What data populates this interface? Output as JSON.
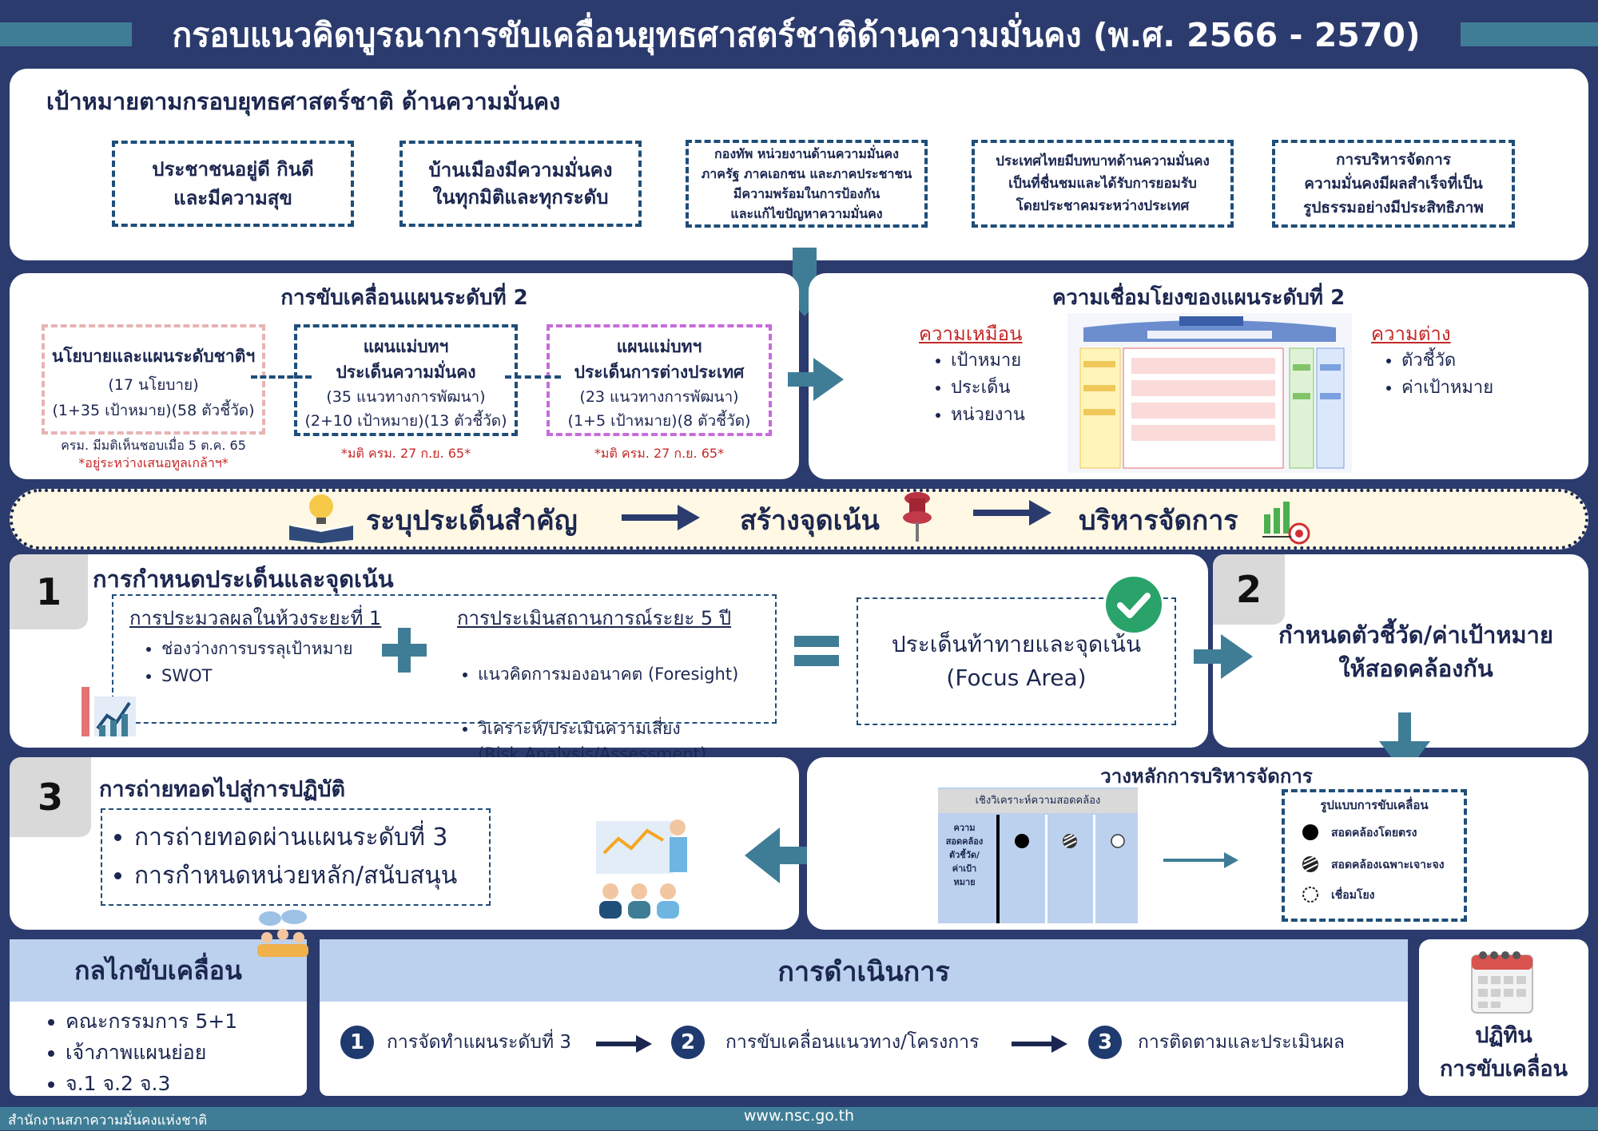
{
  "header": {
    "title": "กรอบแนวคิดบูรณาการขับเคลื่อนยุทธศาสตร์ชาติด้านความมั่นคง (พ.ศ. 2566 - 2570)"
  },
  "goals": {
    "heading": "เป้าหมายตามกรอบยุทธศาสตร์ชาติ ด้านความมั่นคง",
    "items": [
      "ประชาชนอยู่ดี กินดี\nและมีความสุข",
      "บ้านเมืองมีความมั่นคง\nในทุกมิติและทุกระดับ",
      "กองทัพ หน่วยงานด้านความมั่นคง\nภาครัฐ ภาคเอกชน และภาคประชาชน\nมีความพร้อมในการป้องกัน\nและแก้ไขปัญหาความมั่นคง",
      "ประเทศไทยมีบทบาทด้านความมั่นคง\nเป็นที่ชื่นชมและได้รับการยอมรับ\nโดยประชาคมระหว่างประเทศ",
      "การบริหารจัดการ\nความมั่นคงมีผลสำเร็จที่เป็น\nรูปธรรมอย่างมีประสิทธิภาพ"
    ]
  },
  "level2": {
    "heading": "การขับเคลื่อนแผนระดับที่ 2",
    "boxes": [
      {
        "title": "นโยบายและแผนระดับชาติฯ",
        "lines": [
          "(17 นโยบาย)",
          "(1+35 เป้าหมาย)(58 ตัวชี้วัด)"
        ],
        "note1": "ครม. มีมติเห็นชอบเมื่อ 5 ต.ค. 65",
        "note2": "*อยู่ระหว่างเสนอทูลเกล้าฯ*"
      },
      {
        "title": "แผนแม่บทฯ\nประเด็นความมั่นคง",
        "lines": [
          "(35 แนวทางการพัฒนา)",
          "(2+10 เป้าหมาย)(13 ตัวชี้วัด)"
        ],
        "note2": "*มติ ครม. 27 ก.ย. 65*"
      },
      {
        "title": "แผนแม่บทฯ\nประเด็นการต่างประเทศ",
        "lines": [
          "(23 แนวทางการพัฒนา)",
          "(1+5 เป้าหมาย)(8 ตัวชี้วัด)"
        ],
        "note2": "*มติ ครม. 27 ก.ย. 65*"
      }
    ]
  },
  "link": {
    "heading": "ความเชื่อมโยงของแผนระดับที่ 2",
    "similar_label": "ความเหมือน",
    "similar": [
      "เป้าหมาย",
      "ประเด็น",
      "หน่วยงาน"
    ],
    "diff_label": "ความต่าง",
    "diff": [
      "ตัวชี้วัด",
      "ค่าเป้าหมาย"
    ]
  },
  "flow": {
    "step1": "ระบุประเด็นสำคัญ",
    "step2": "สร้างจุดเน้น",
    "step3": "บริหารจัดการ"
  },
  "sec1": {
    "num": "1",
    "heading": "การกำหนดประเด็นและจุดเน้น",
    "left_title": "การประมวลผลในห้วงระยะที่ 1",
    "left_items": [
      "ช่องว่างการบรรลุเป้าหมาย",
      "SWOT"
    ],
    "right_title": "การประเมินสถานการณ์ระยะ 5 ปี",
    "right_items": [
      "แนวคิดการมองอนาคต (Foresight)",
      "วิเคราะห์/ประเมินความเสี่ยง\n(Risk Analysis/Assessment)"
    ],
    "result": "ประเด็นท้าทายและจุดเน้น\n(Focus Area)"
  },
  "sec2": {
    "num": "2",
    "text": "กำหนดตัวชี้วัด/ค่าเป้าหมาย\nให้สอดคล้องกัน"
  },
  "sec3": {
    "num": "3",
    "heading": "การถ่ายทอดไปสู่การปฏิบัติ",
    "items": [
      "การถ่ายทอดผ่านแผนระดับที่ 3",
      "การกำหนดหน่วยหลัก/สนับสนุน"
    ]
  },
  "mgmt": {
    "heading": "วางหลักการบริหารจัดการ",
    "table_head": "เชิงวิเคราะห์ความสอดคล้อง",
    "table_side": "ความ\nสอดคล้อง\nตัวชี้วัด/\nค่าเป้า\nหมาย",
    "legend_title": "รูปแบบการขับเคลื่อน",
    "legend": [
      "สอดคล้องโดยตรง",
      "สอดคล้องเฉพาะเจาะจง",
      "เชื่อมโยง"
    ]
  },
  "mech": {
    "heading": "กลไกขับเคลื่อน",
    "items": [
      "คณะกรรมการ 5+1",
      "เจ้าภาพแผนย่อย",
      "จ.1 จ.2 จ.3"
    ]
  },
  "ops": {
    "heading": "การดำเนินการ",
    "steps": [
      {
        "n": "1",
        "label": "การจัดทำแผนระดับที่ 3"
      },
      {
        "n": "2",
        "label": "การขับเคลื่อนแนวทาง/โครงการ"
      },
      {
        "n": "3",
        "label": "การติดตามและประเมินผล"
      }
    ]
  },
  "calendar": {
    "label": "ปฏิทิน\nการขับเคลื่อน"
  },
  "footer": {
    "org": "สำนักงานสภาความมั่นคงแห่งชาติ",
    "url": "www.nsc.go.th"
  },
  "colors": {
    "navy": "#2c3b6e",
    "teal": "#3f7d96",
    "blue_light": "#bcd1ee",
    "red": "#c62828",
    "purple": "#c86bdb",
    "pink": "#e8b3b3"
  }
}
